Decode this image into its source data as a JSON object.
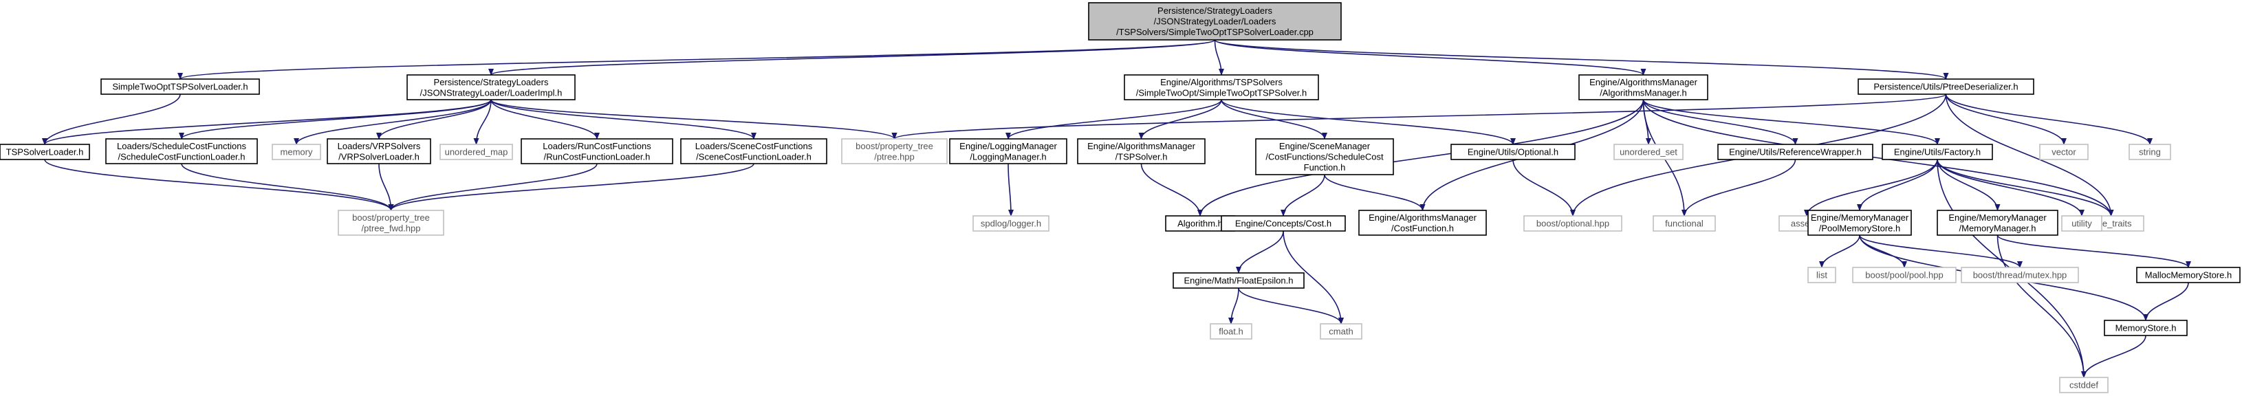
{
  "colors": {
    "edge": "#191970",
    "root_fill": "#bfbfbf",
    "linked_border": "#000000",
    "external_border": "#bfbfbf",
    "external_text": "#555555"
  },
  "nodes": [
    {
      "id": "root",
      "kind": "root",
      "lines": [
        "Persistence/StrategyLoaders",
        "/JSONStrategyLoader/Loaders",
        "/TSPSolvers/SimpleTwoOptTSPSolverLoader.cpp"
      ]
    },
    {
      "id": "simple_loader_h",
      "kind": "linked",
      "lines": [
        "SimpleTwoOptTSPSolverLoader.h"
      ]
    },
    {
      "id": "loaderimpl_h",
      "kind": "linked",
      "lines": [
        "Persistence/StrategyLoaders",
        "/JSONStrategyLoader/LoaderImpl.h"
      ]
    },
    {
      "id": "simple_solver_h",
      "kind": "linked",
      "lines": [
        "Engine/Algorithms/TSPSolvers",
        "/SimpleTwoOpt/SimpleTwoOptTSPSolver.h"
      ]
    },
    {
      "id": "algo_manager_h",
      "kind": "linked",
      "lines": [
        "Engine/AlgorithmsManager",
        "/AlgorithmsManager.h"
      ]
    },
    {
      "id": "ptree_deser_h",
      "kind": "linked",
      "lines": [
        "Persistence/Utils/PtreeDeserializer.h"
      ]
    },
    {
      "id": "tspsolverloader_h",
      "kind": "linked",
      "lines": [
        "TSPSolverLoader.h"
      ]
    },
    {
      "id": "schedule_cost_loader_h",
      "kind": "linked",
      "lines": [
        "Loaders/ScheduleCostFunctions",
        "/ScheduleCostFunctionLoader.h"
      ]
    },
    {
      "id": "memory",
      "kind": "external",
      "lines": [
        "memory"
      ]
    },
    {
      "id": "vrp_loader_h",
      "kind": "linked",
      "lines": [
        "Loaders/VRPSolvers",
        "/VRPSolverLoader.h"
      ]
    },
    {
      "id": "unordered_map",
      "kind": "external",
      "lines": [
        "unordered_map"
      ]
    },
    {
      "id": "run_cost_loader_h",
      "kind": "linked",
      "lines": [
        "Loaders/RunCostFunctions",
        "/RunCostFunctionLoader.h"
      ]
    },
    {
      "id": "scene_cost_loader_h",
      "kind": "linked",
      "lines": [
        "Loaders/SceneCostFunctions",
        "/SceneCostFunctionLoader.h"
      ]
    },
    {
      "id": "ptree_hpp",
      "kind": "external",
      "lines": [
        "boost/property_tree",
        "/ptree.hpp"
      ]
    },
    {
      "id": "ptree_fwd_hpp",
      "kind": "external",
      "lines": [
        "boost/property_tree",
        "/ptree_fwd.hpp"
      ]
    },
    {
      "id": "logging_manager_h",
      "kind": "linked",
      "lines": [
        "Engine/LoggingManager",
        "/LoggingManager.h"
      ]
    },
    {
      "id": "spdlog_h",
      "kind": "external",
      "lines": [
        "spdlog/logger.h"
      ]
    },
    {
      "id": "am_tspsolver_h",
      "kind": "linked",
      "lines": [
        "Engine/AlgorithmsManager",
        "/TSPSolver.h"
      ]
    },
    {
      "id": "algorithm_h",
      "kind": "linked",
      "lines": [
        "Algorithm.h"
      ]
    },
    {
      "id": "schedule_cost_function_h",
      "kind": "linked",
      "lines": [
        "Engine/SceneManager",
        "/CostFunctions/ScheduleCost",
        "Function.h"
      ]
    },
    {
      "id": "concepts_cost_h",
      "kind": "linked",
      "lines": [
        "Engine/Concepts/Cost.h"
      ]
    },
    {
      "id": "float_epsilon_h",
      "kind": "linked",
      "lines": [
        "Engine/Math/FloatEpsilon.h"
      ]
    },
    {
      "id": "float_h",
      "kind": "external",
      "lines": [
        "float.h"
      ]
    },
    {
      "id": "cmath",
      "kind": "external",
      "lines": [
        "cmath"
      ]
    },
    {
      "id": "am_costfunction_h",
      "kind": "linked",
      "lines": [
        "Engine/AlgorithmsManager",
        "/CostFunction.h"
      ]
    },
    {
      "id": "optional_h",
      "kind": "linked",
      "lines": [
        "Engine/Utils/Optional.h"
      ]
    },
    {
      "id": "boost_optional",
      "kind": "external",
      "lines": [
        "boost/optional.hpp"
      ]
    },
    {
      "id": "unordered_set",
      "kind": "external",
      "lines": [
        "unordered_set"
      ]
    },
    {
      "id": "functional",
      "kind": "external",
      "lines": [
        "functional"
      ]
    },
    {
      "id": "reference_wrapper_h",
      "kind": "linked",
      "lines": [
        "Engine/Utils/ReferenceWrapper.h"
      ]
    },
    {
      "id": "factory_h",
      "kind": "linked",
      "lines": [
        "Engine/Utils/Factory.h"
      ]
    },
    {
      "id": "vector",
      "kind": "external",
      "lines": [
        "vector"
      ]
    },
    {
      "id": "string",
      "kind": "external",
      "lines": [
        "string"
      ]
    },
    {
      "id": "type_traits",
      "kind": "external",
      "lines": [
        "type_traits"
      ]
    },
    {
      "id": "assert_h",
      "kind": "external",
      "lines": [
        "assert.h"
      ]
    },
    {
      "id": "pool_memory_store_h",
      "kind": "linked",
      "lines": [
        "Engine/MemoryManager",
        "/PoolMemoryStore.h"
      ]
    },
    {
      "id": "memory_manager_h",
      "kind": "linked",
      "lines": [
        "Engine/MemoryManager",
        "/MemoryManager.h"
      ]
    },
    {
      "id": "utility",
      "kind": "external",
      "lines": [
        "utility"
      ]
    },
    {
      "id": "list",
      "kind": "external",
      "lines": [
        "list"
      ]
    },
    {
      "id": "boost_pool",
      "kind": "external",
      "lines": [
        "boost/pool/pool.hpp"
      ]
    },
    {
      "id": "boost_mutex",
      "kind": "external",
      "lines": [
        "boost/thread/mutex.hpp"
      ]
    },
    {
      "id": "malloc_memory_store_h",
      "kind": "linked",
      "lines": [
        "MallocMemoryStore.h"
      ]
    },
    {
      "id": "memory_store_h",
      "kind": "linked",
      "lines": [
        "MemoryStore.h"
      ]
    },
    {
      "id": "cstddef",
      "kind": "external",
      "lines": [
        "cstddef"
      ]
    }
  ],
  "edges": [
    [
      "root",
      "simple_loader_h"
    ],
    [
      "root",
      "loaderimpl_h"
    ],
    [
      "root",
      "simple_solver_h"
    ],
    [
      "root",
      "algo_manager_h"
    ],
    [
      "root",
      "ptree_deser_h"
    ],
    [
      "simple_loader_h",
      "tspsolverloader_h"
    ],
    [
      "loaderimpl_h",
      "tspsolverloader_h"
    ],
    [
      "loaderimpl_h",
      "schedule_cost_loader_h"
    ],
    [
      "loaderimpl_h",
      "memory"
    ],
    [
      "loaderimpl_h",
      "vrp_loader_h"
    ],
    [
      "loaderimpl_h",
      "unordered_map"
    ],
    [
      "loaderimpl_h",
      "run_cost_loader_h"
    ],
    [
      "loaderimpl_h",
      "scene_cost_loader_h"
    ],
    [
      "loaderimpl_h",
      "ptree_hpp"
    ],
    [
      "tspsolverloader_h",
      "ptree_fwd_hpp"
    ],
    [
      "schedule_cost_loader_h",
      "ptree_fwd_hpp"
    ],
    [
      "vrp_loader_h",
      "ptree_fwd_hpp"
    ],
    [
      "run_cost_loader_h",
      "ptree_fwd_hpp"
    ],
    [
      "scene_cost_loader_h",
      "ptree_fwd_hpp"
    ],
    [
      "simple_solver_h",
      "logging_manager_h"
    ],
    [
      "simple_solver_h",
      "am_tspsolver_h"
    ],
    [
      "simple_solver_h",
      "schedule_cost_function_h"
    ],
    [
      "simple_solver_h",
      "optional_h"
    ],
    [
      "logging_manager_h",
      "spdlog_h"
    ],
    [
      "am_tspsolver_h",
      "algorithm_h"
    ],
    [
      "schedule_cost_function_h",
      "concepts_cost_h"
    ],
    [
      "schedule_cost_function_h",
      "am_costfunction_h"
    ],
    [
      "concepts_cost_h",
      "float_epsilon_h"
    ],
    [
      "concepts_cost_h",
      "cmath"
    ],
    [
      "float_epsilon_h",
      "float_h"
    ],
    [
      "float_epsilon_h",
      "cmath"
    ],
    [
      "optional_h",
      "boost_optional"
    ],
    [
      "algo_manager_h",
      "algorithm_h"
    ],
    [
      "algo_manager_h",
      "am_costfunction_h"
    ],
    [
      "algo_manager_h",
      "unordered_set"
    ],
    [
      "algo_manager_h",
      "functional"
    ],
    [
      "algo_manager_h",
      "reference_wrapper_h"
    ],
    [
      "algo_manager_h",
      "factory_h"
    ],
    [
      "algo_manager_h",
      "type_traits"
    ],
    [
      "reference_wrapper_h",
      "functional"
    ],
    [
      "ptree_deser_h",
      "ptree_hpp"
    ],
    [
      "ptree_deser_h",
      "boost_optional"
    ],
    [
      "ptree_deser_h",
      "vector"
    ],
    [
      "ptree_deser_h",
      "string"
    ],
    [
      "ptree_deser_h",
      "type_traits"
    ],
    [
      "factory_h",
      "assert_h"
    ],
    [
      "factory_h",
      "pool_memory_store_h"
    ],
    [
      "factory_h",
      "memory_manager_h"
    ],
    [
      "factory_h",
      "utility"
    ],
    [
      "factory_h",
      "type_traits"
    ],
    [
      "factory_h",
      "cstddef"
    ],
    [
      "pool_memory_store_h",
      "list"
    ],
    [
      "pool_memory_store_h",
      "boost_pool"
    ],
    [
      "pool_memory_store_h",
      "boost_mutex"
    ],
    [
      "pool_memory_store_h",
      "memory_store_h"
    ],
    [
      "memory_manager_h",
      "malloc_memory_store_h"
    ],
    [
      "memory_manager_h",
      "cstddef"
    ],
    [
      "malloc_memory_store_h",
      "memory_store_h"
    ],
    [
      "memory_store_h",
      "cstddef"
    ]
  ]
}
